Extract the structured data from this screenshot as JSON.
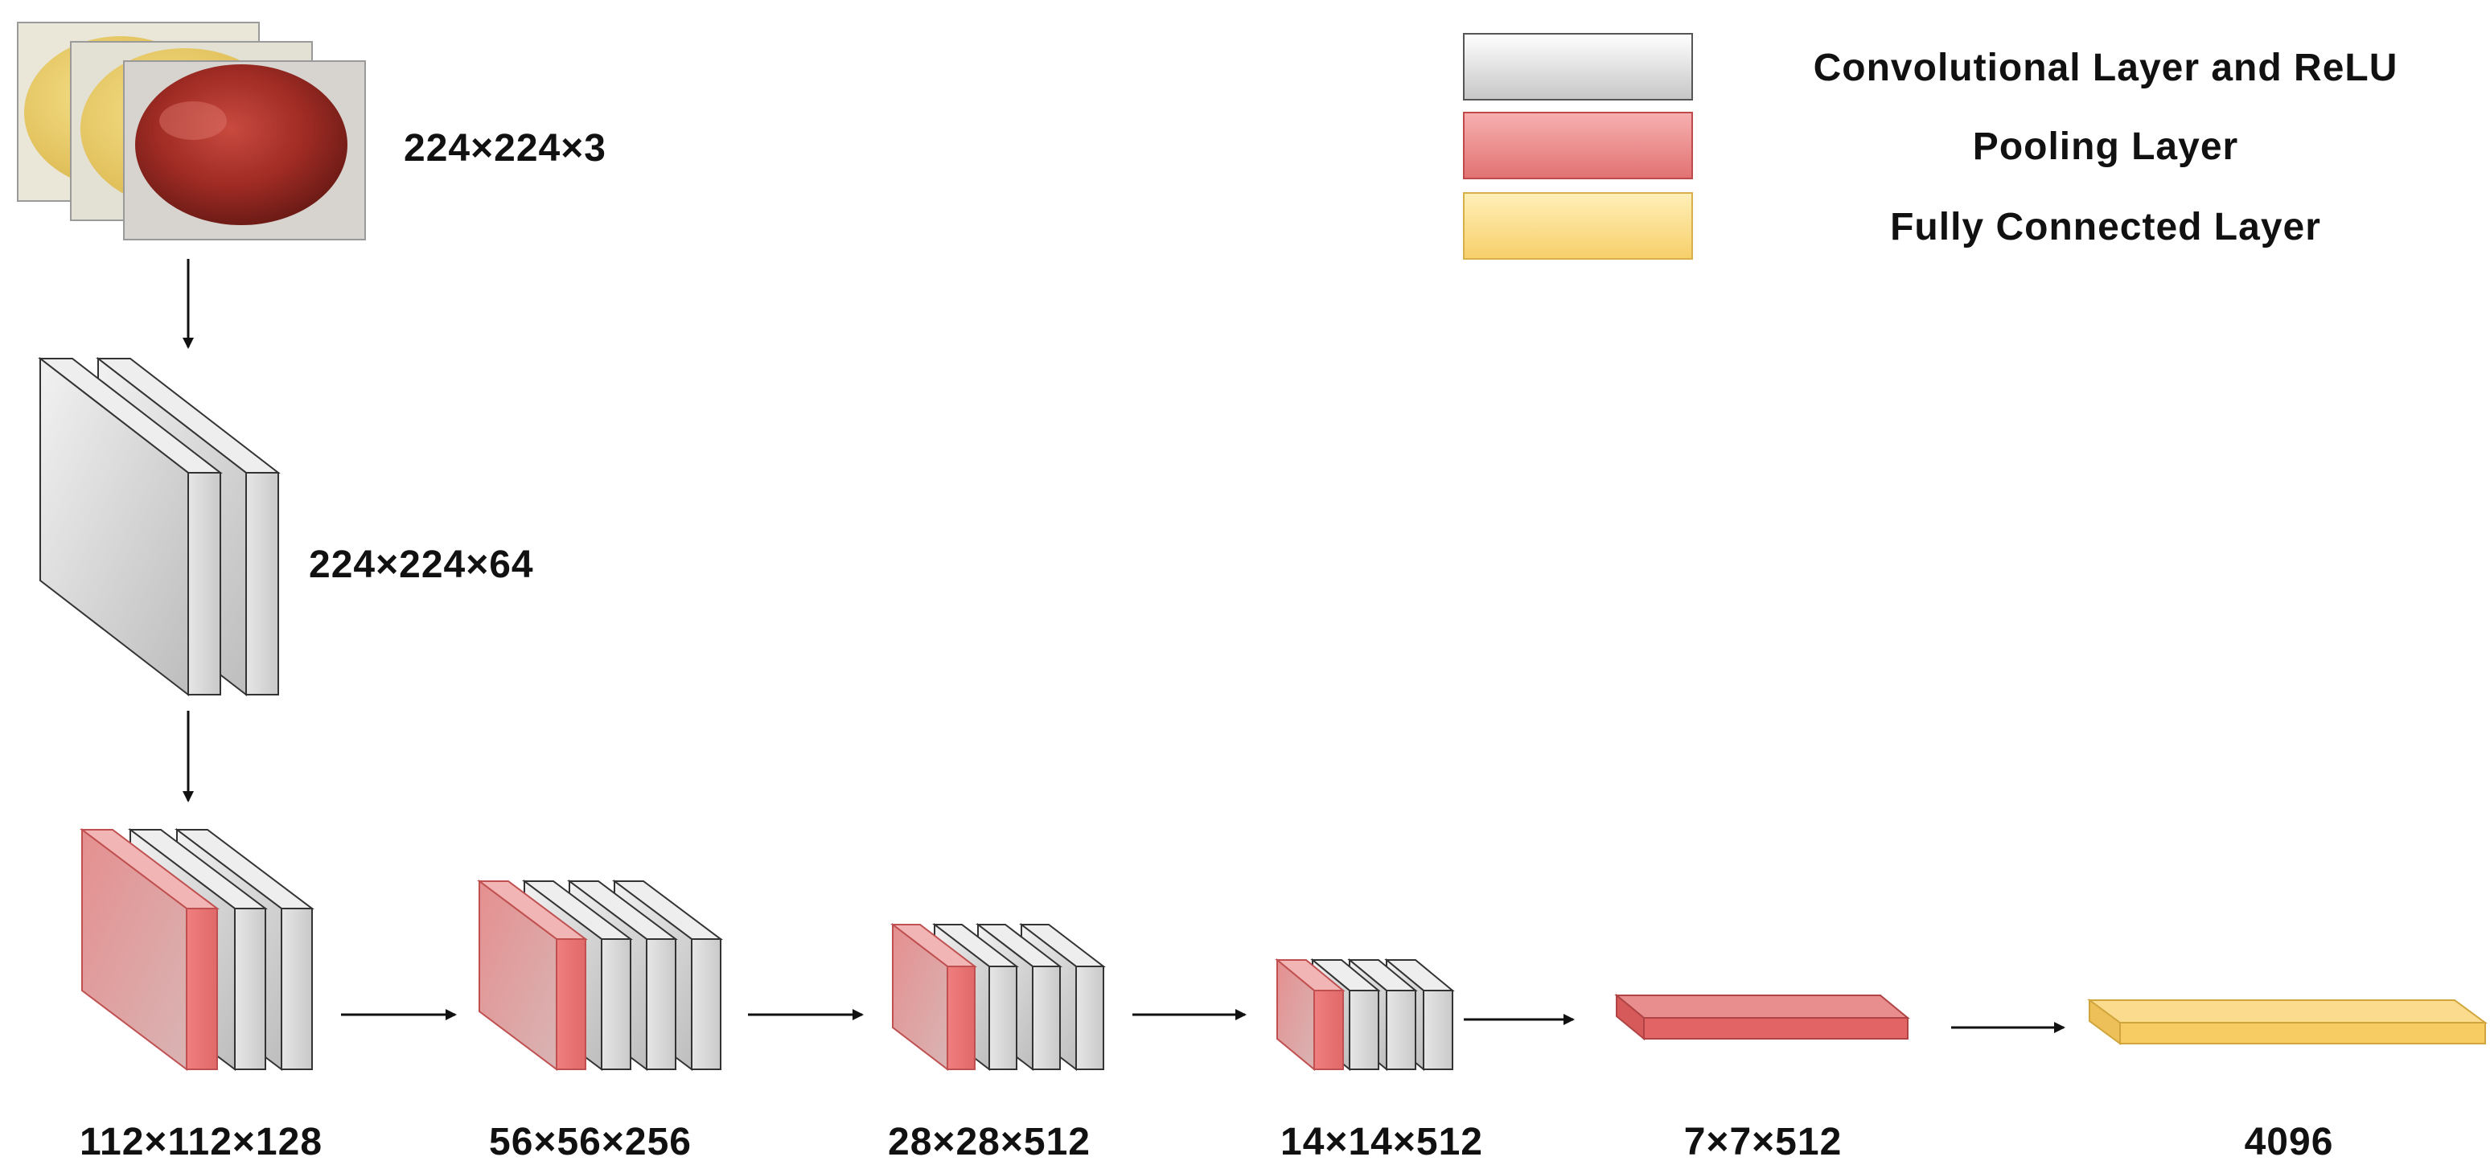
{
  "legend": [
    {
      "key": "conv",
      "label": "Convolutional Layer and ReLU"
    },
    {
      "key": "pool",
      "label": "Pooling Layer"
    },
    {
      "key": "fc",
      "label": "Fully Connected Layer"
    }
  ],
  "layers": {
    "input": "224×224×3",
    "conv1": "224×224×64",
    "block1": "112×112×128",
    "block2": "56×56×256",
    "block3": "28×28×512",
    "block4": "14×14×512",
    "pool5": "7×7×512",
    "fc": "4096"
  },
  "colors": {
    "conv": "#d9d9d9",
    "pool": "#e88a8a",
    "fc": "#fbd98a",
    "edge": "#333333"
  }
}
